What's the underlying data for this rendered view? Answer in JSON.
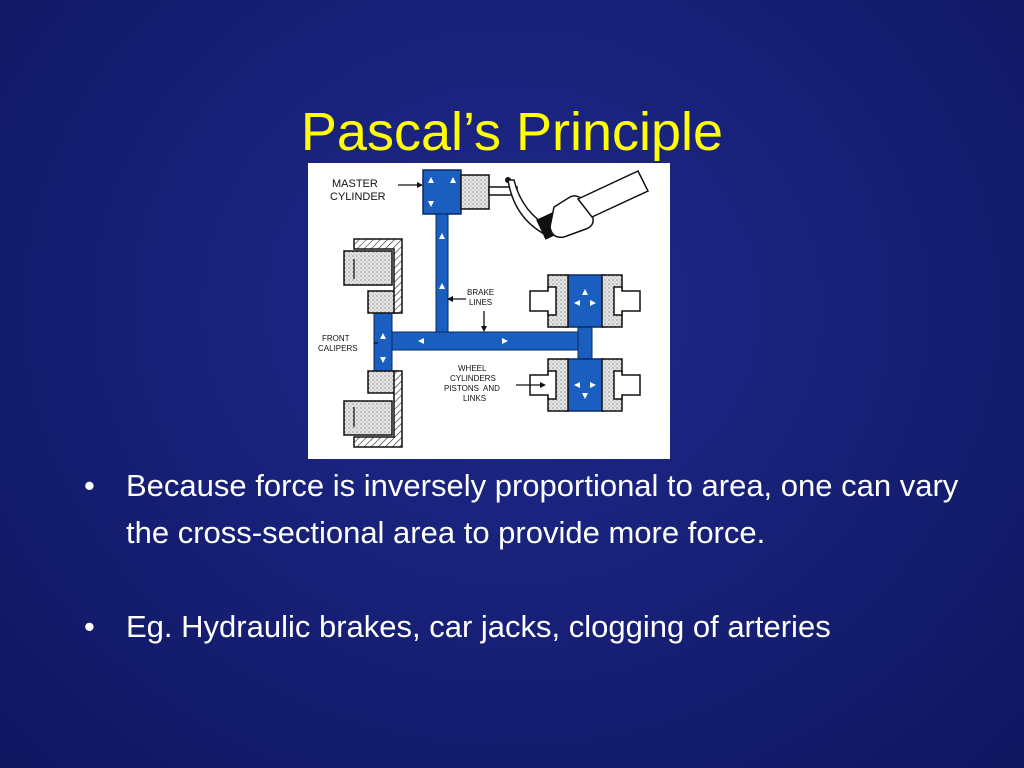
{
  "slide": {
    "title": "Pascal’s Principle",
    "bullets": [
      "Because force is inversely proportional to area, one can vary the cross-sectional area to provide more force.",
      "Eg. Hydraulic brakes, car jacks, clogging of arteries"
    ],
    "bullet_marker": "•"
  },
  "diagram": {
    "labels": {
      "master_cylinder_1": "MASTER",
      "master_cylinder_2": "CYLINDER",
      "brake_lines_1": "BRAKE",
      "brake_lines_2": "LINES",
      "front_calipers_1": "FRONT",
      "front_calipers_2": "CALIPERS",
      "wheel_cylinders_1": "WHEEL",
      "wheel_cylinders_2": "CYLINDERS",
      "wheel_cylinders_3": "PISTONS  AND",
      "wheel_cylinders_4": "LINKS"
    }
  },
  "colors": {
    "background": "#161f74",
    "title": "#ffff00",
    "text": "#ffffff",
    "fluid": "#1a5fc0"
  }
}
